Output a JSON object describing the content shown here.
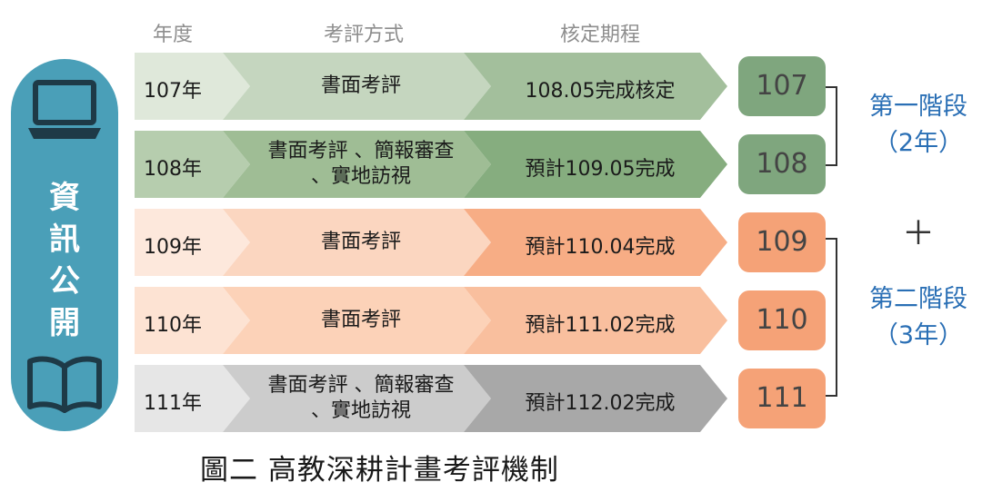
{
  "headers": {
    "year": "年度",
    "method": "考評方式",
    "period": "核定期程"
  },
  "info": {
    "chars": [
      "資",
      "訊",
      "公",
      "開"
    ]
  },
  "rows": [
    {
      "year": "107年",
      "method_lines": [
        "書面考評"
      ],
      "period": "108.05完成核定",
      "num": "107",
      "colors": {
        "year": "#dfe8da",
        "method": "#c5d6bf",
        "period": "#a3bf9c"
      },
      "box": "green"
    },
    {
      "year": "108年",
      "method_lines": [
        "書面考評 、簡報審查",
        "、實地訪視"
      ],
      "period": "預計109.05完成",
      "num": "108",
      "colors": {
        "year": "#b6cdae",
        "method": "#9fbd95",
        "period": "#86ad7f"
      },
      "box": "green"
    },
    {
      "year": "109年",
      "method_lines": [
        "書面考評"
      ],
      "period": "預計110.04完成",
      "num": "109",
      "colors": {
        "year": "#fde8dc",
        "method": "#fbd6c0",
        "period": "#f7ad85"
      },
      "box": "orange"
    },
    {
      "year": "110年",
      "method_lines": [
        "書面考評"
      ],
      "period": "預計111.02完成",
      "num": "110",
      "colors": {
        "year": "#fde3d3",
        "method": "#fcd2b8",
        "period": "#f9bf9e"
      },
      "box": "orange"
    },
    {
      "year": "111年",
      "method_lines": [
        "書面考評 、簡報審查",
        "、實地訪視"
      ],
      "period": "預計112.02完成",
      "num": "111",
      "colors": {
        "year": "#e6e6e6",
        "method": "#cccccc",
        "period": "#a8a8a8"
      },
      "box": "orange"
    }
  ],
  "stages": [
    {
      "label": "第一階段",
      "sub": "（2年）"
    },
    {
      "label": "第二階段",
      "sub": "（3年）"
    }
  ],
  "plus": "＋",
  "caption": "圖二  高教深耕計畫考評機制"
}
